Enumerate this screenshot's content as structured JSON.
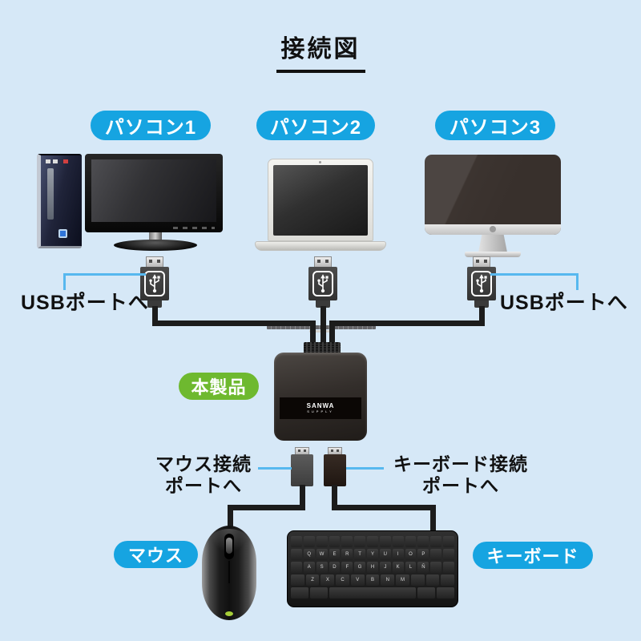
{
  "title": "接続図",
  "pc_labels": [
    {
      "label": "パソコン1"
    },
    {
      "label": "パソコン2"
    },
    {
      "label": "パソコン3"
    }
  ],
  "usb_port_labels": {
    "left": "USBポートへ",
    "right": "USBポートへ"
  },
  "device": {
    "label": "本製品",
    "brand_line1": "SANWA",
    "brand_line2": "SUPPLY"
  },
  "port_labels": {
    "mouse_line1": "マウス接続",
    "mouse_line2": "ポートへ",
    "keyboard_line1": "キーボード接続",
    "keyboard_line2": "ポートへ"
  },
  "peripheral_labels": {
    "mouse": "マウス",
    "keyboard": "キーボード"
  },
  "connections": [
    {
      "from": "パソコン1",
      "to": "本製品",
      "via": "USBポート"
    },
    {
      "from": "パソコン2",
      "to": "本製品",
      "via": "USBポート"
    },
    {
      "from": "パソコン3",
      "to": "本製品",
      "via": "USBポート"
    },
    {
      "from": "マウス",
      "to": "本製品",
      "via": "マウス接続ポート"
    },
    {
      "from": "キーボード",
      "to": "本製品",
      "via": "キーボード接続ポート"
    }
  ],
  "keyboard_keys": {
    "rows": [
      [
        "",
        "",
        "",
        "",
        "",
        "",
        "",
        "",
        "",
        "",
        "",
        "",
        ""
      ],
      [
        "",
        "Q",
        "W",
        "E",
        "R",
        "T",
        "Y",
        "U",
        "I",
        "O",
        "P",
        "",
        ""
      ],
      [
        "",
        "A",
        "S",
        "D",
        "F",
        "G",
        "H",
        "J",
        "K",
        "L",
        "Ñ",
        "",
        ""
      ],
      [
        "",
        "Z",
        "X",
        "C",
        "V",
        "B",
        "N",
        "M",
        "",
        "",
        ""
      ],
      [
        "",
        "",
        "",
        "",
        ""
      ]
    ]
  },
  "colors": {
    "background": "#d6e8f7",
    "label_cyan": "#16a4e1",
    "label_green": "#6eb92f",
    "leader_line": "#57b8ef",
    "cable_black": "#1c1c1c"
  }
}
